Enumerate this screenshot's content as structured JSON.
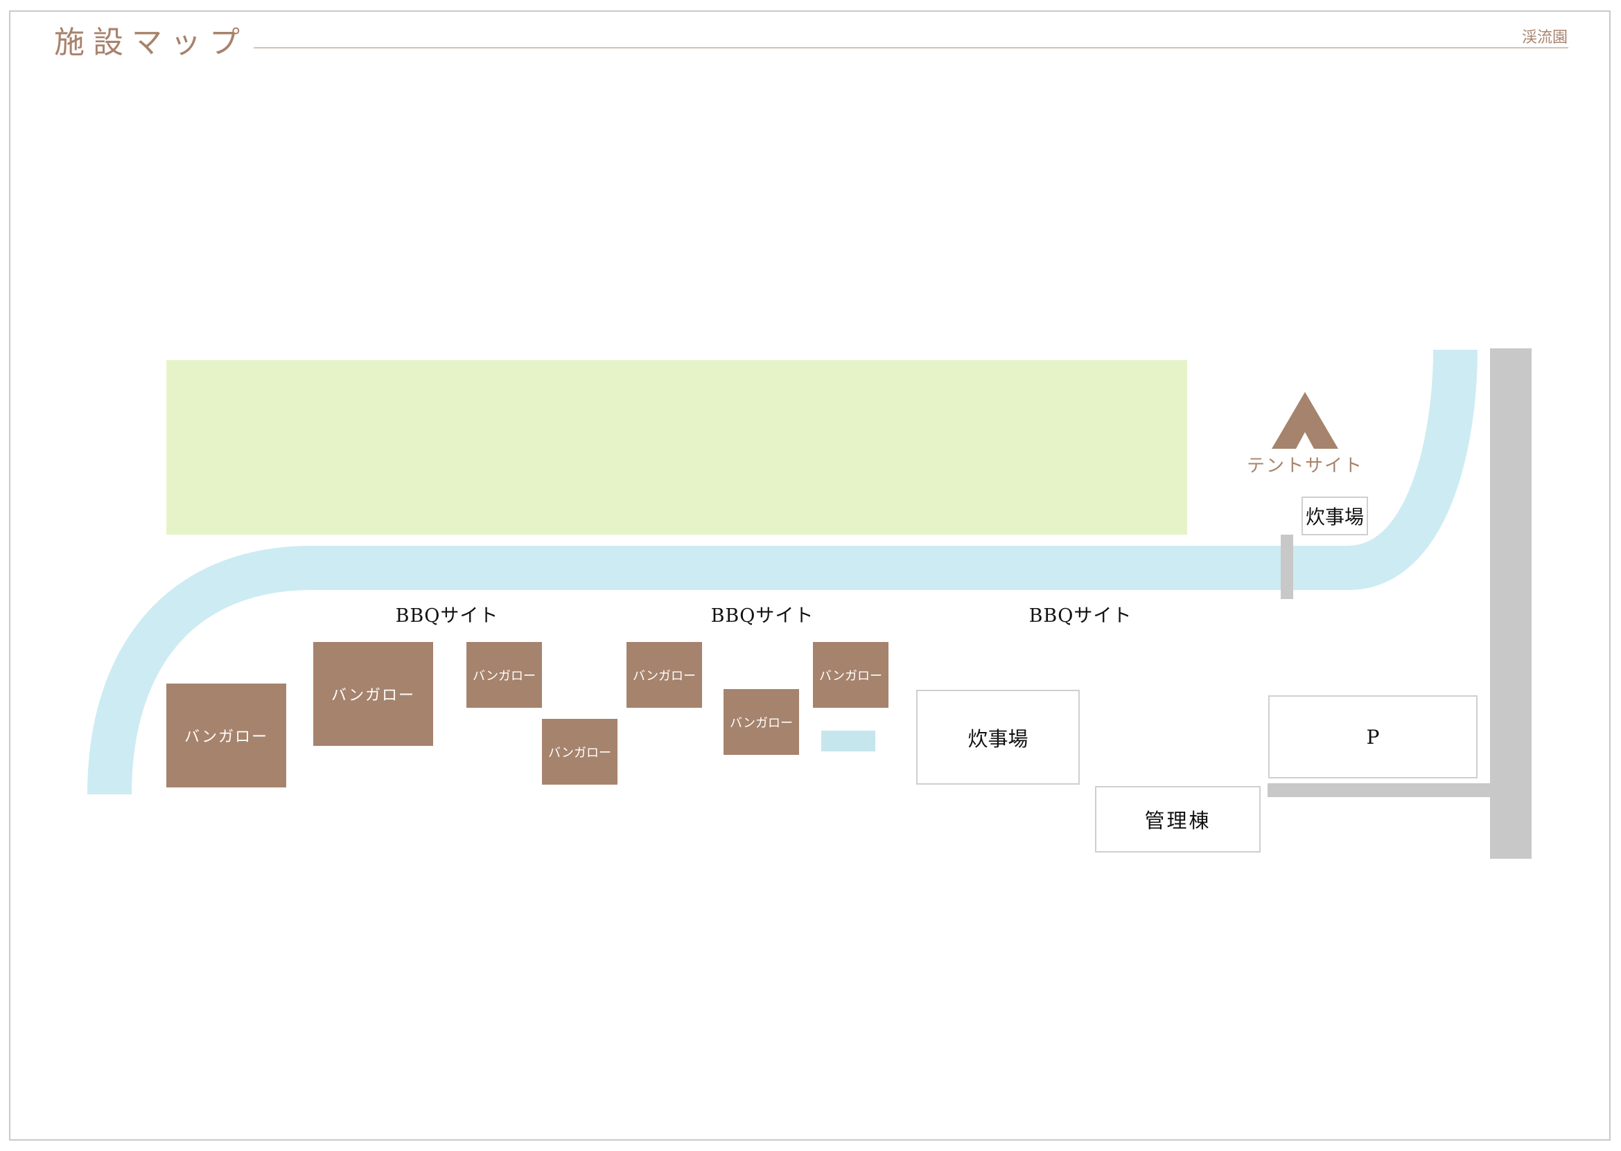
{
  "header": {
    "title": "施設マップ",
    "site_name": "渓流園"
  },
  "map": {
    "tent_site_label": "テントサイト",
    "bbq_labels": [
      "BBQサイト",
      "BBQサイト",
      "BBQサイト"
    ],
    "bungalow_label": "バンガロー",
    "kitchen_label": "炊事場",
    "office_label": "管理棟",
    "parking_label": "P"
  },
  "colors": {
    "accent_brown": "#a6836d",
    "river_blue": "#cdebf3",
    "lawn_green": "#e6f3c8",
    "road_gray": "#c8c8c8",
    "pond_blue": "#c5e6ec"
  },
  "icons": [
    "tent-icon"
  ]
}
